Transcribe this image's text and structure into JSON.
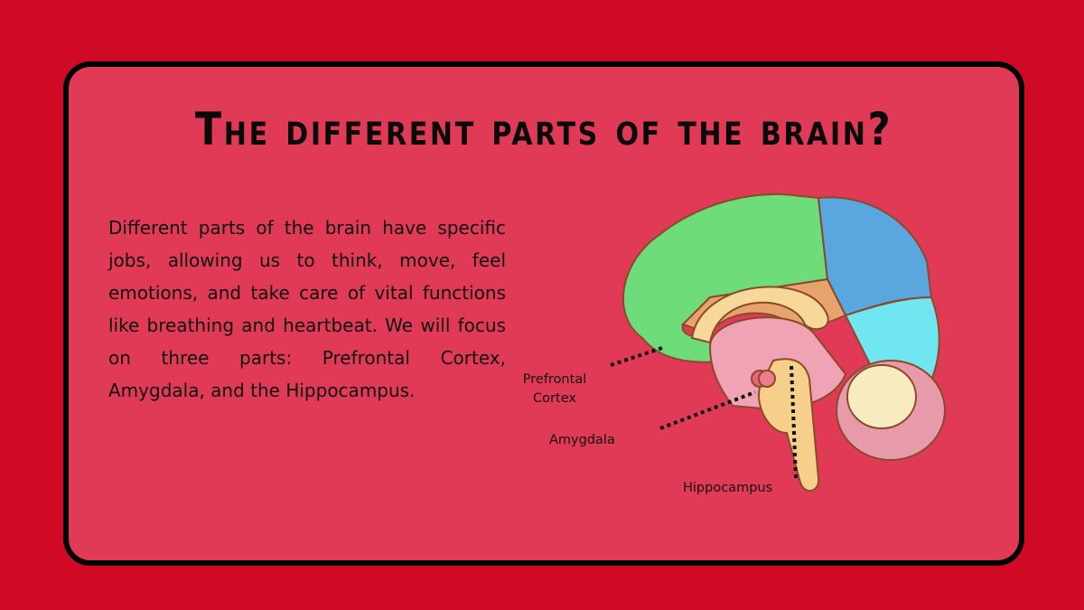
{
  "title": "The different parts of the brain?",
  "body_text": "Different parts of the brain have specific jobs, allowing us to think, move, feel emotions, and take care of vital functions like breathing and heartbeat. We will focus on three parts: Prefrontal Cortex, Amygdala, and the Hippocampus.",
  "diagram": {
    "labels": {
      "prefrontal_line1": "Prefrontal",
      "prefrontal_line2": "Cortex",
      "amygdala": "Amygdala",
      "hippocampus": "Hippocampus"
    }
  },
  "colors": {
    "background": "#D00A25",
    "card": "#E03A57",
    "frontal": "#6EDC7A",
    "parietal": "#5AA6DF",
    "occipital": "#6FE6F0",
    "limbic": "#E8A26E"
  }
}
